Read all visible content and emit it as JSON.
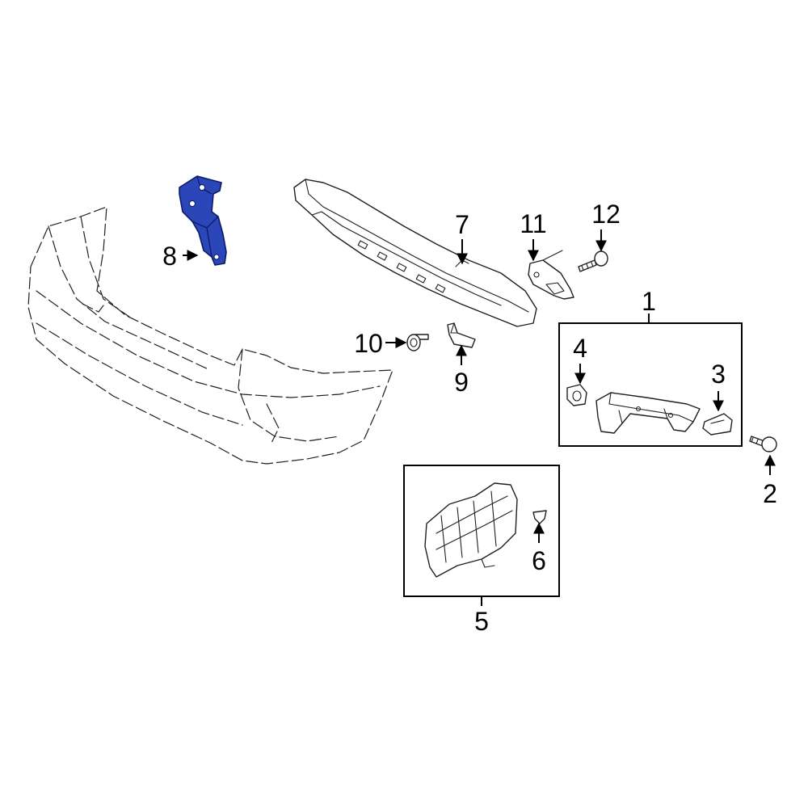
{
  "colors": {
    "highlight_part": "#2b46b8",
    "highlight_outline": "#0d1a66",
    "line": "#1f1f1f",
    "background": "#ffffff"
  },
  "callouts": {
    "c1": "1",
    "c2": "2",
    "c3": "3",
    "c4": "4",
    "c5": "5",
    "c6": "6",
    "c7": "7",
    "c8": "8",
    "c9": "9",
    "c10": "10",
    "c11": "11",
    "c12": "12"
  },
  "highlighted_callout": "8"
}
